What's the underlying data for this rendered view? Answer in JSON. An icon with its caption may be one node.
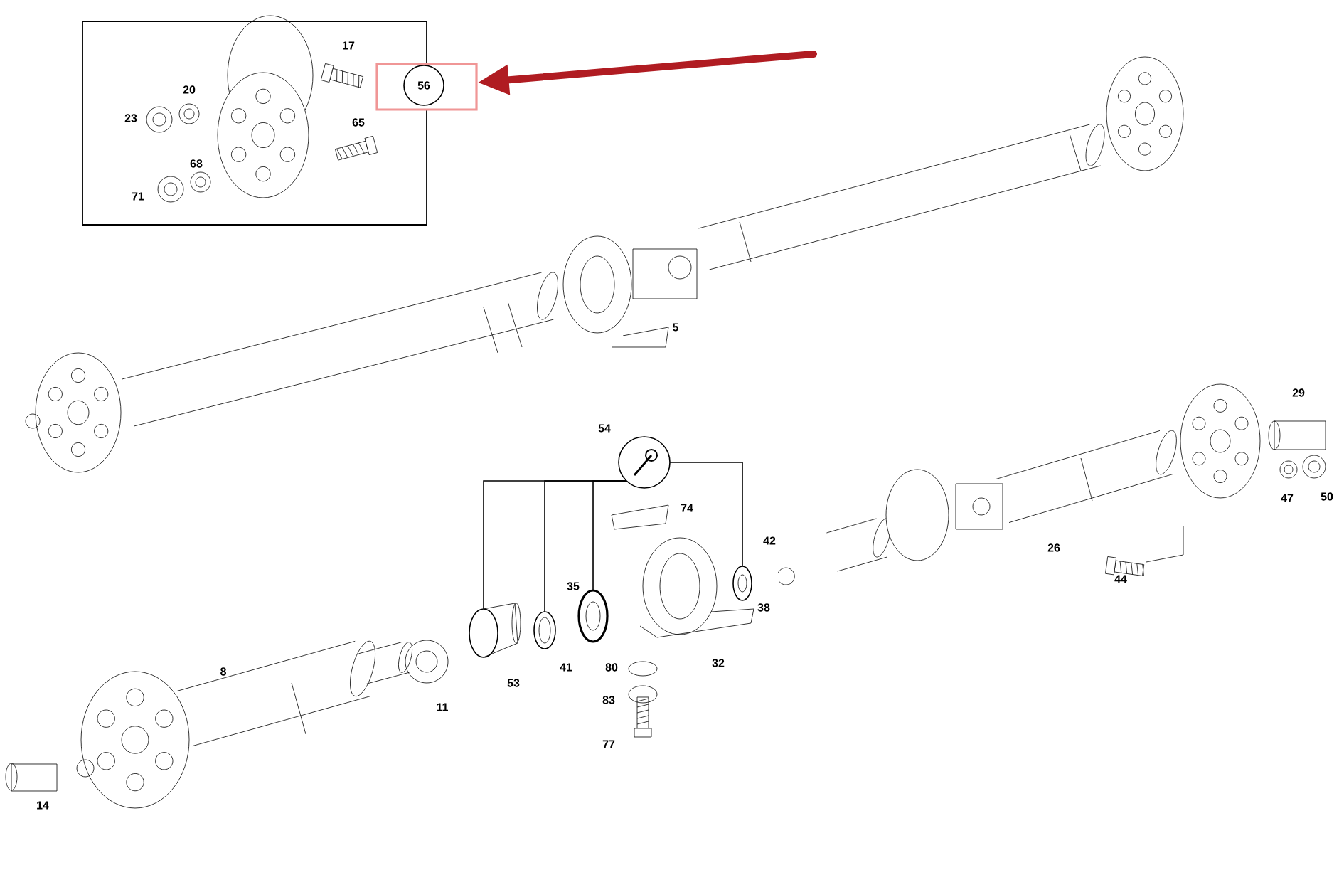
{
  "diagram": {
    "nodes": [
      {
        "text": [],
        "shape": "box"
      },
      {
        "text": [],
        "shape": "box"
      },
      {
        "text": [
          "56"
        ],
        "in": 1
      },
      {
        "text": [],
        "shape": "circle",
        "beside": [
          "54"
        ]
      },
      {
        "text": [],
        "shape": "picture"
      },
      {
        "text": [],
        "shape": "circle"
      },
      {
        "text": [],
        "shape": "circle"
      },
      {
        "text": [],
        "shape": "circle"
      }
    ],
    "edges": [
      {
        "from": null,
        "to": 1,
        "arrow": "to",
        "style": "thick",
        "color": "#b01c22"
      },
      {
        "from": 3,
        "to": 4,
        "arrow": "none"
      },
      {
        "from": 3,
        "to": 5,
        "arrow": "none"
      },
      {
        "from": 3,
        "to": 6,
        "arrow": "none"
      },
      {
        "from": 3,
        "to": 7,
        "arrow": "none"
      }
    ],
    "labels": [
      "17",
      "20",
      "23",
      "65",
      "68",
      "71",
      "5",
      "29",
      "74",
      "42",
      "26",
      "47",
      "50",
      "35",
      "38",
      "44",
      "8",
      "41",
      "80",
      "32",
      "53",
      "11",
      "83",
      "77",
      "14"
    ]
  }
}
